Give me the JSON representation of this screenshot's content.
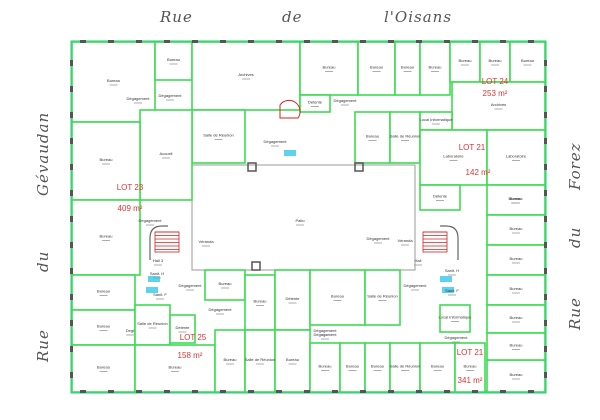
{
  "streets": {
    "top": [
      "Rue",
      "de",
      "l'Oisans"
    ],
    "left": [
      "Rue",
      "du",
      "Gévaudan"
    ],
    "right": [
      "Rue",
      "du",
      "Forez"
    ]
  },
  "colors": {
    "wall": "#3ddc52",
    "outer": "#22c4a0",
    "lot": "#dd3333",
    "stair": "#d22222",
    "sanitary": "#35c8e8"
  },
  "lots": [
    {
      "name": "LOT 23",
      "area": "409 m²"
    },
    {
      "name": "LOT 24",
      "area": "253 m²"
    },
    {
      "name": "LOT 21",
      "area": "142 m²"
    },
    {
      "name": "LOT 25",
      "area": "158 m²"
    },
    {
      "name": "LOT 21",
      "area": "341 m²"
    }
  ],
  "rooms": [
    "Bureau",
    "Bureau",
    "Archives",
    "Bureau",
    "Bureau",
    "Bureau",
    "Bureau",
    "Bureau",
    "Bureau",
    "Bureau",
    "Archives",
    "Dégagement",
    "Dégagement",
    "Salle de Réunion",
    "Accueil",
    "Détente",
    "Dégagement",
    "Bureau",
    "Salle de Réunion",
    "Local Informatique",
    "Laboratoire",
    "Laboratoire",
    "Détente",
    "Bureau",
    "Bureau",
    "Bureau",
    "Bureau",
    "Bureau",
    "Bureau",
    "Degt",
    "Dégagement",
    "Hall 3",
    "Véranda",
    "Patio",
    "Dégagement",
    "Bureau",
    "Bureau",
    "Détente",
    "Salle de Réunion",
    "Détente",
    "Dégagement",
    "Bureau",
    "Bureau",
    "Salle de Réunion",
    "Bureau",
    "Bureau",
    "Dégagement",
    "Véranda",
    "Hall",
    "Dégagement",
    "Bureau",
    "Salle de Réunion",
    "Dégagement",
    "Local Informatique",
    "Dégagement",
    "Bureau",
    "Bureau",
    "Salle de Réunion",
    "Bureau",
    "Bureau",
    "Bureau",
    "Bureau",
    "Bureau",
    "Bureau",
    "Bureau",
    "Bureau",
    "Bureau",
    "Dégagement",
    "Dégagement",
    "Sanit. H",
    "Sanit. F",
    "Sanit. H",
    "Sanit. F"
  ]
}
